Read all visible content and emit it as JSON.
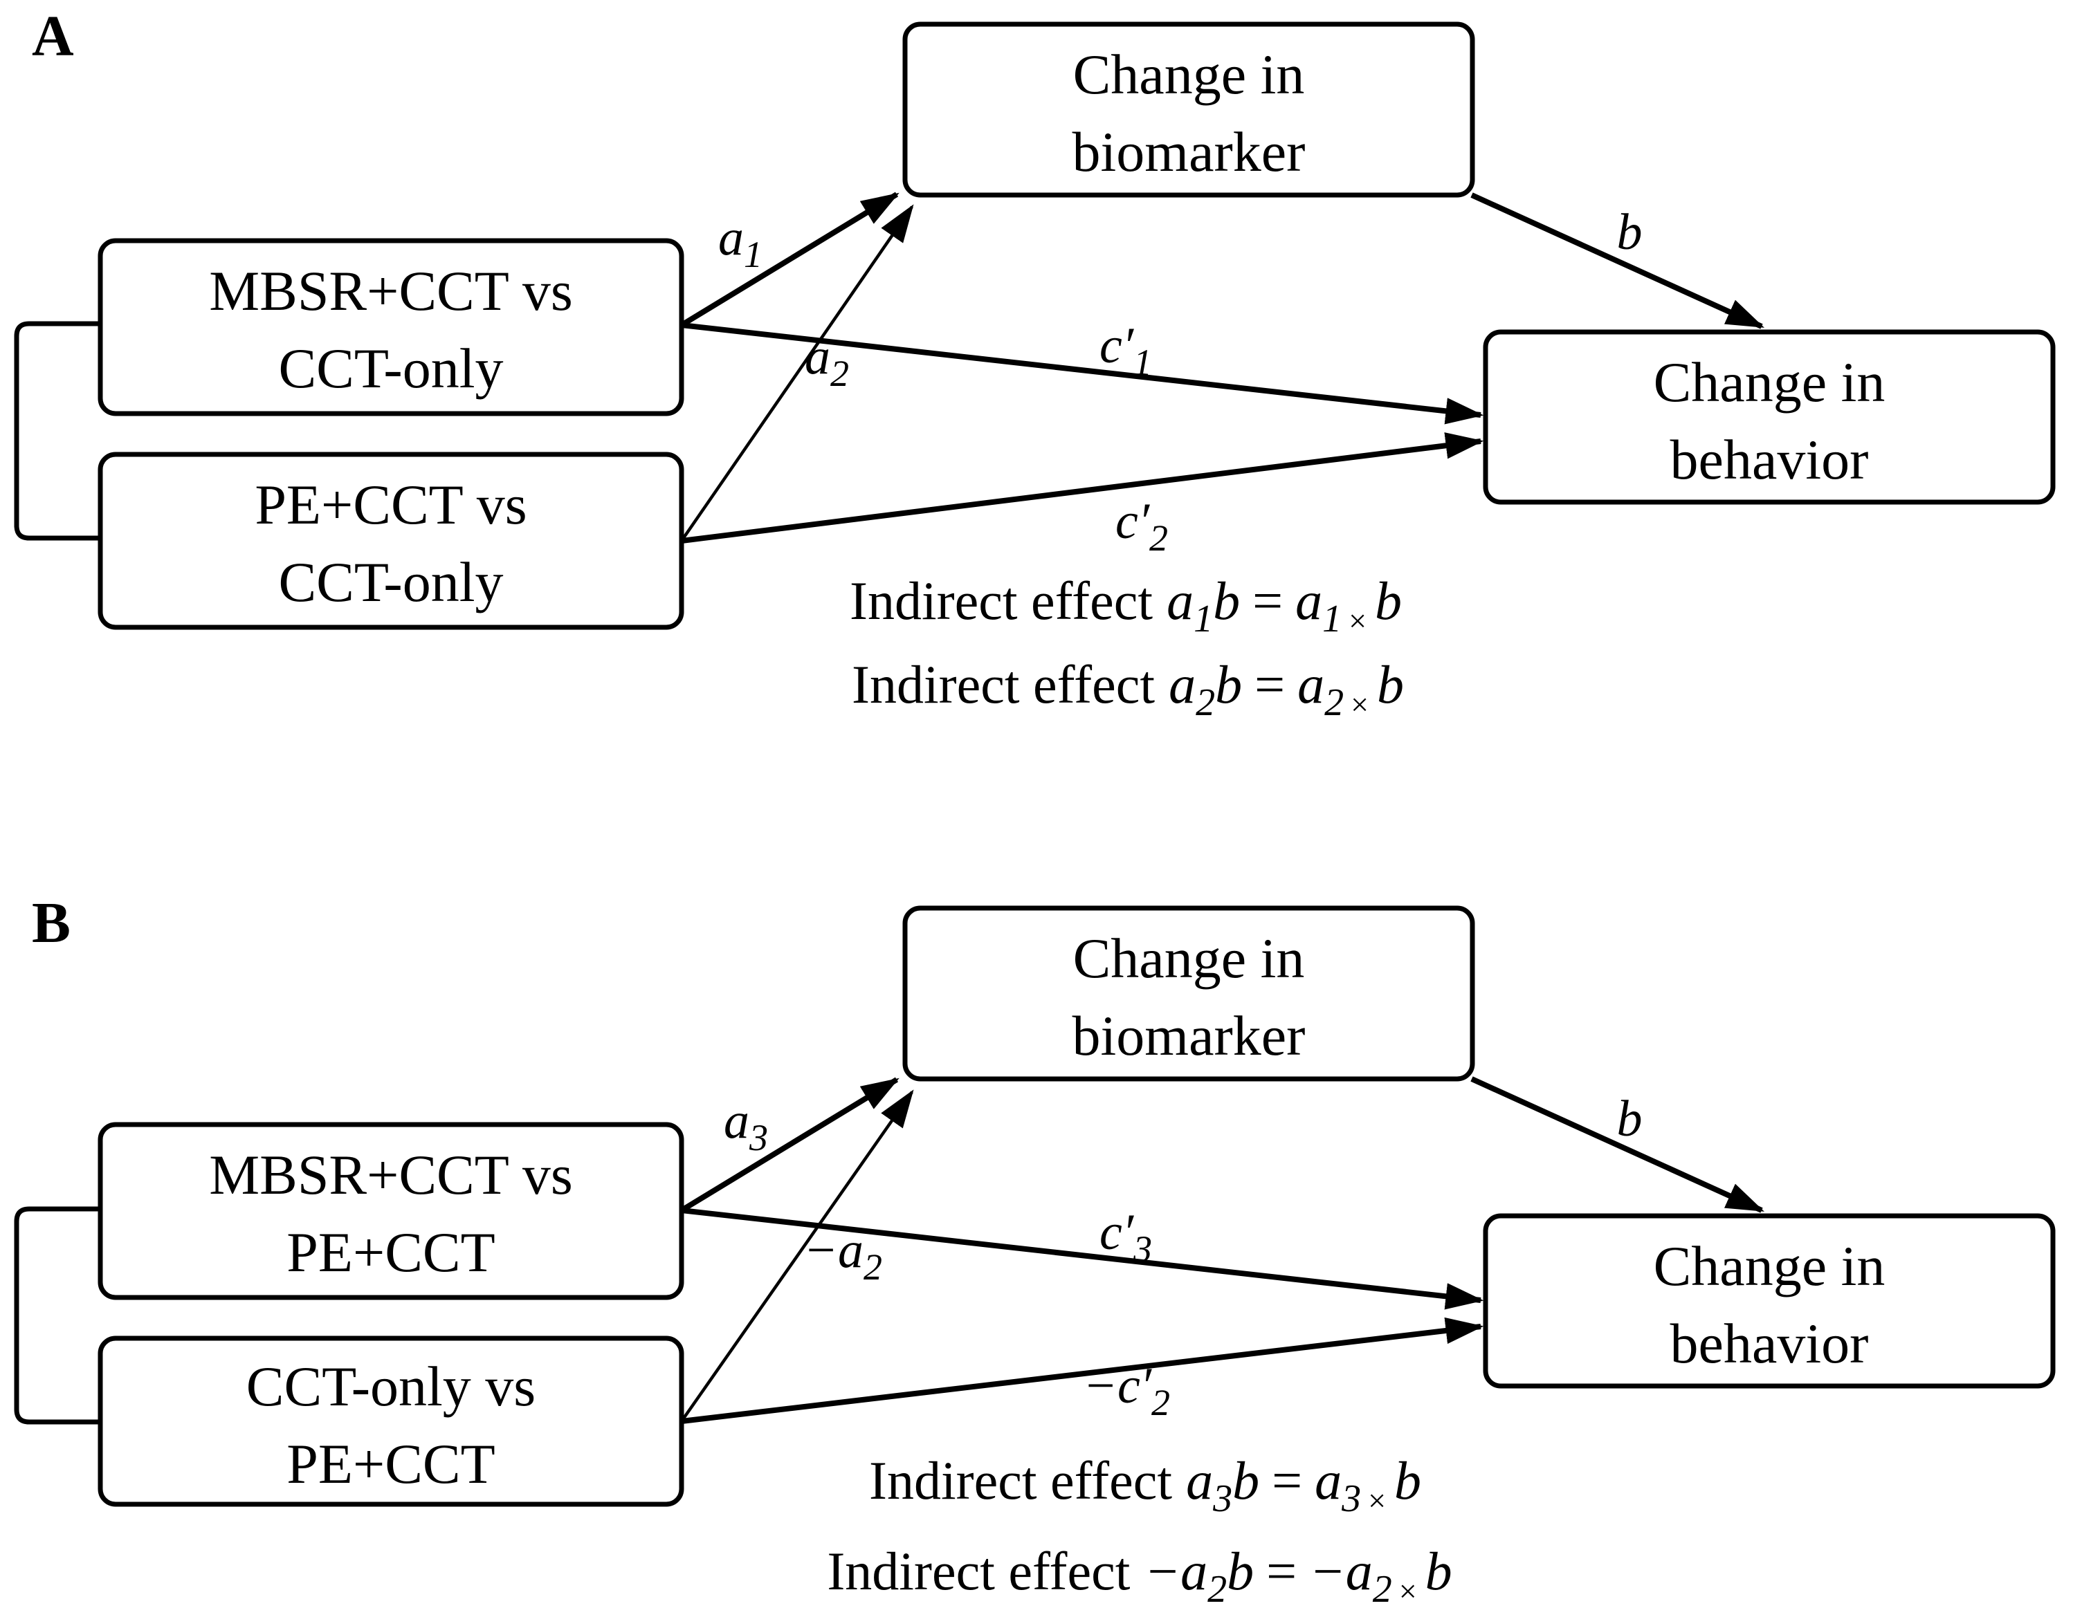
{
  "colors": {
    "panel_label": "#2e3440",
    "ink": "#000000",
    "box_fill": "#ffffff",
    "background": "#ffffff"
  },
  "panel_a": {
    "label": "A",
    "boxes": {
      "predictor1": {
        "line1": "MBSR+CCT vs",
        "line2": "CCT-only"
      },
      "predictor2": {
        "line1": "PE+CCT vs",
        "line2": "CCT-only"
      },
      "mediator": {
        "line1": "Change in",
        "line2": "biomarker"
      },
      "outcome": {
        "line1": "Change in",
        "line2": "behavior"
      }
    },
    "path_labels": {
      "a_upper": {
        "base": "a",
        "sub": "1"
      },
      "a_lower": {
        "base": "a",
        "sub": "2"
      },
      "c_upper": {
        "base": "c′",
        "sub": "1"
      },
      "c_lower": {
        "base": "c′",
        "sub": "2"
      },
      "b": {
        "base": "b",
        "sub": ""
      }
    },
    "equations": [
      {
        "pre": "Indirect effect",
        "t1": "a",
        "s1": "1",
        "t2": "b",
        "rel": "=",
        "t3": "a",
        "s2": "1",
        "times": "×",
        "t4": "b"
      },
      {
        "pre": "Indirect effect",
        "t1": "a",
        "s1": "2",
        "t2": "b",
        "rel": "=",
        "t3": "a",
        "s2": "2",
        "times": "×",
        "t4": "b"
      }
    ]
  },
  "panel_b": {
    "label": "B",
    "boxes": {
      "predictor1": {
        "line1": "MBSR+CCT vs",
        "line2": "PE+CCT"
      },
      "predictor2": {
        "line1": "CCT-only vs",
        "line2": "PE+CCT"
      },
      "mediator": {
        "line1": "Change in",
        "line2": "biomarker"
      },
      "outcome": {
        "line1": "Change in",
        "line2": "behavior"
      }
    },
    "path_labels": {
      "a_upper": {
        "base": "a",
        "sub": "3"
      },
      "a_lower": {
        "base": "−a",
        "sub": "2"
      },
      "c_upper": {
        "base": "c′",
        "sub": "3"
      },
      "c_lower": {
        "base": "−c′",
        "sub": "2"
      },
      "b": {
        "base": "b",
        "sub": ""
      }
    },
    "equations": [
      {
        "pre": "Indirect effect",
        "t1": "a",
        "s1": "3",
        "t2": "b",
        "rel": "=",
        "t3": "a",
        "s2": "3",
        "times": "×",
        "t4": "b"
      },
      {
        "pre": "Indirect effect",
        "t1": "−a",
        "s1": "2",
        "t2": "b",
        "rel": "=",
        "t3": "−a",
        "s2": "2",
        "times": "×",
        "t4": "b"
      }
    ]
  }
}
